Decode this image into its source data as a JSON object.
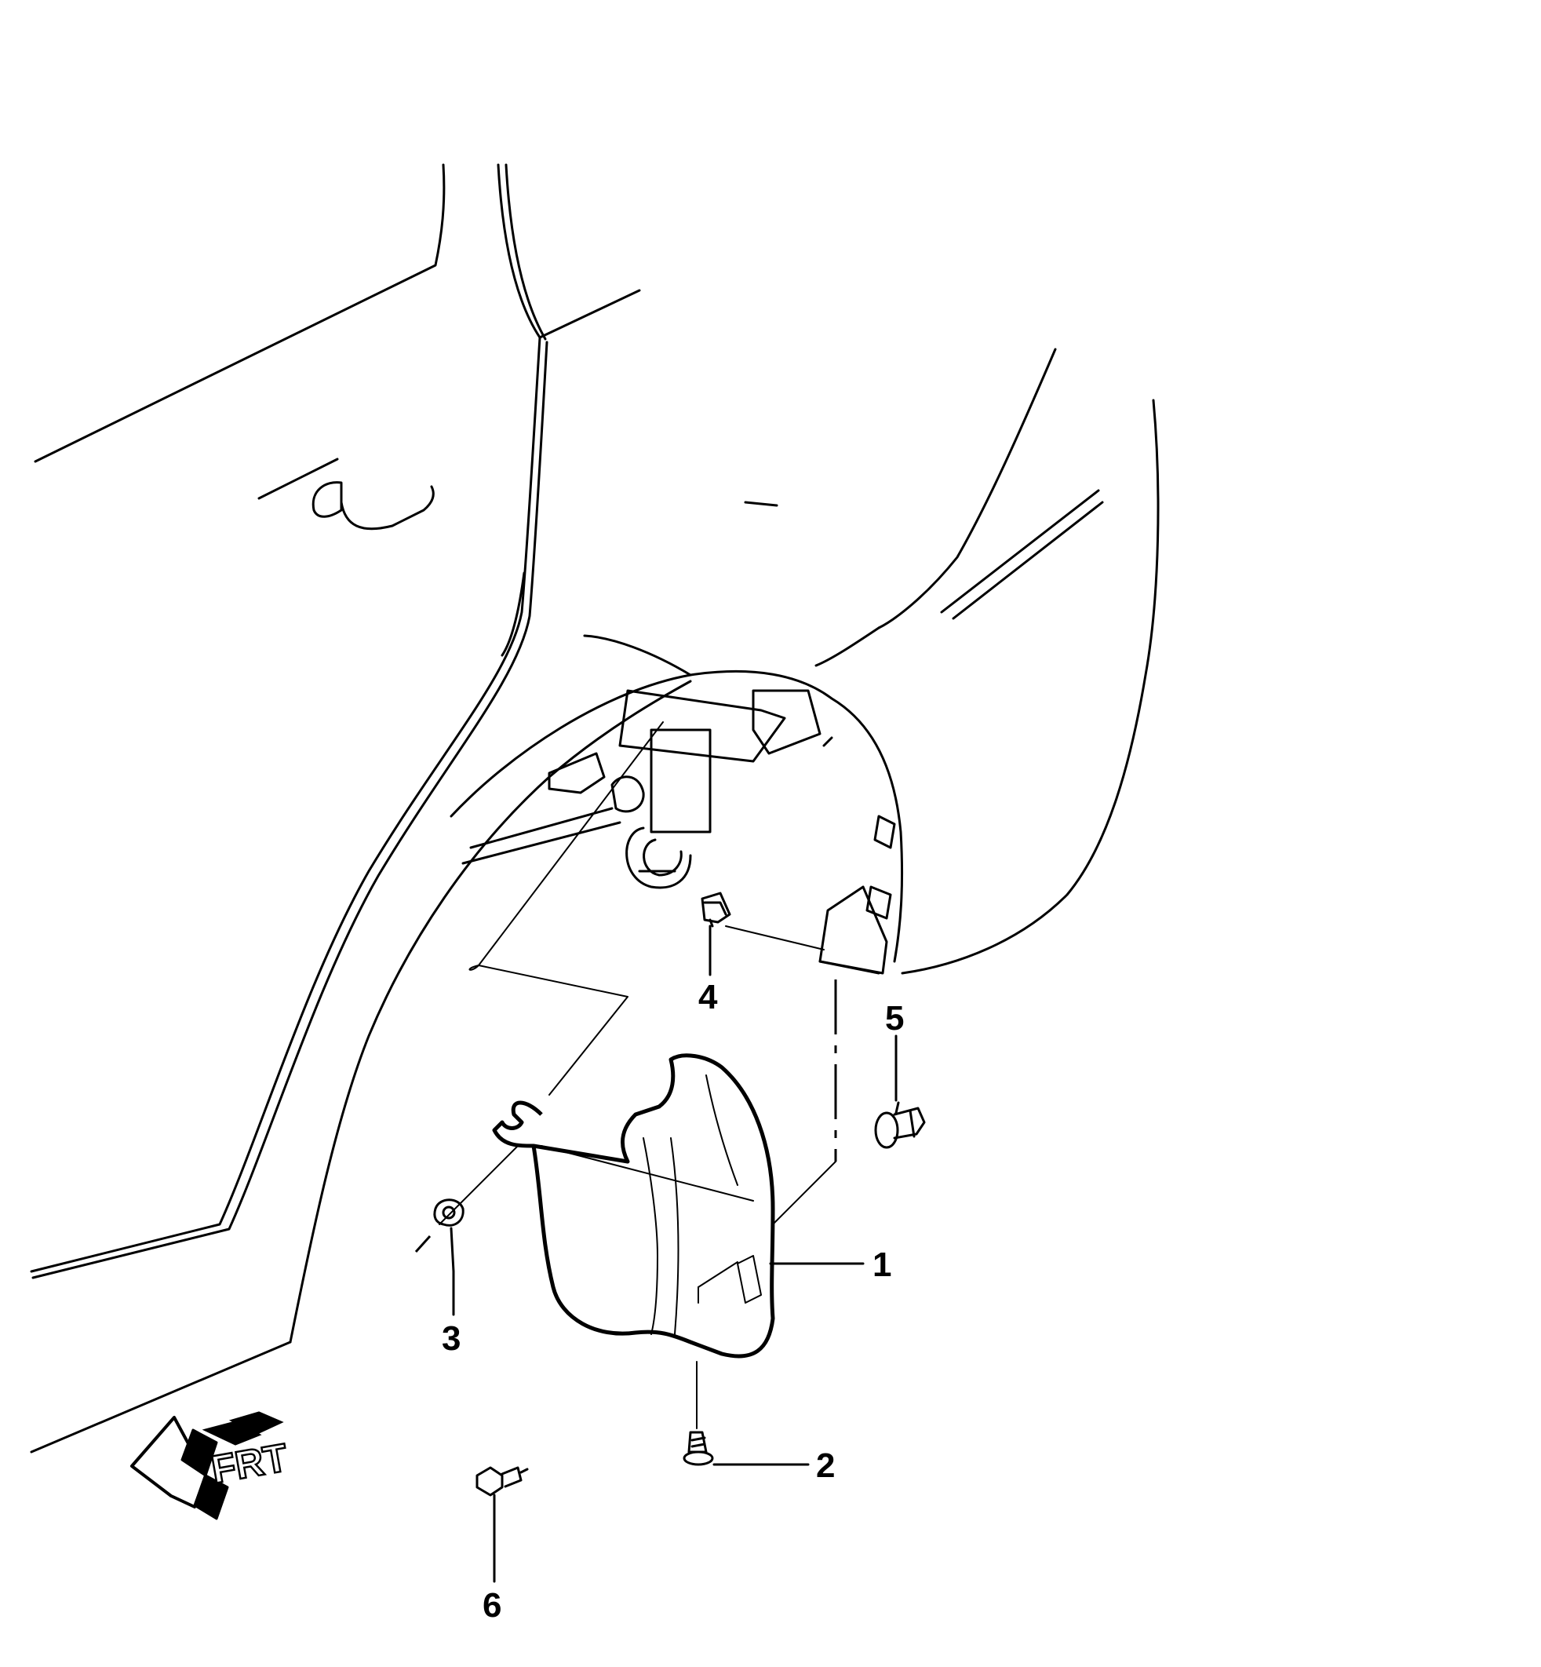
{
  "callouts": [
    {
      "id": "1",
      "label": "1"
    },
    {
      "id": "2",
      "label": "2"
    },
    {
      "id": "3",
      "label": "3"
    },
    {
      "id": "4",
      "label": "4"
    },
    {
      "id": "5",
      "label": "5"
    },
    {
      "id": "6",
      "label": "6"
    }
  ],
  "direction_indicator": {
    "text": "FRT",
    "icon": "front-direction-arrow-icon"
  }
}
